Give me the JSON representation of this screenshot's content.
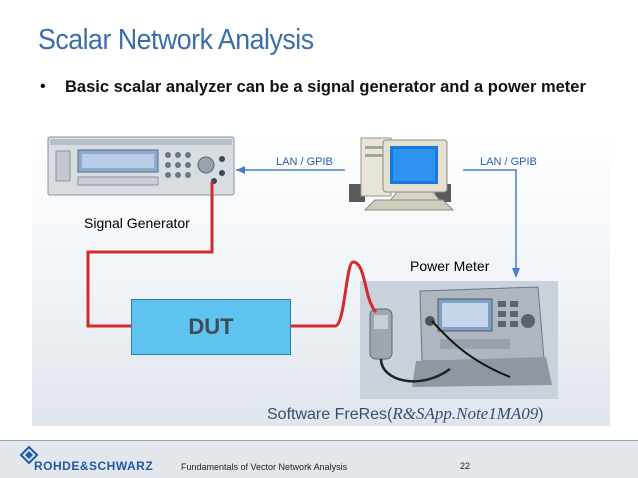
{
  "slide": {
    "title": "Scalar Network Analysis",
    "bullet": "Basic scalar analyzer can be a signal generator and a power meter"
  },
  "diagram": {
    "lan_left": "LAN / GPIB",
    "lan_right": "LAN / GPIB",
    "signal_generator": "Signal Generator",
    "power_meter": "Power Meter",
    "dut": "DUT",
    "software_prefix": "Software FreRes(",
    "software_note": "R&SApp.Note1MA09",
    "software_suffix": ")"
  },
  "footer": {
    "brand": "ROHDE&SCHWARZ",
    "course": "Fundamentals of Vector Network Analysis",
    "page": "22"
  },
  "colors": {
    "title": "#3b6ea8",
    "cable_red": "#d42a2a",
    "lan_line": "#4a7ec0",
    "dut_fill": "#5ec3ee",
    "brand": "#1e5aa8"
  }
}
